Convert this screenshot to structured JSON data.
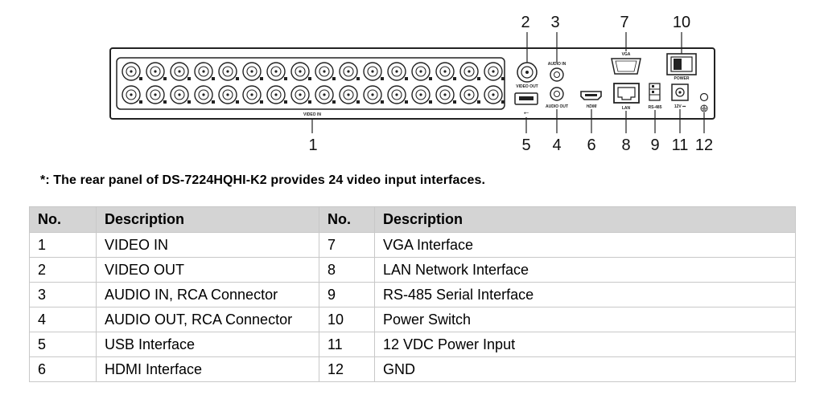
{
  "callouts": {
    "top": [
      "2",
      "3",
      "7",
      "10"
    ],
    "bottom": [
      "1",
      "5",
      "4",
      "6",
      "8",
      "9",
      "11",
      "12"
    ]
  },
  "panel_labels": {
    "video_in": "VIDEO IN",
    "video_out": "VIDEO OUT",
    "audio_in": "AUDIO IN",
    "audio_out": "AUDIO OUT",
    "vga": "VGA",
    "hdmi": "HDMI",
    "lan": "LAN",
    "rs485": "RS-485",
    "power": "POWER",
    "dc": "12V ⎓"
  },
  "note": "*: The rear panel of DS-7224HQHI-K2 provides 24 video input interfaces.",
  "table": {
    "headers": [
      "No.",
      "Description",
      "No.",
      "Description"
    ],
    "rows": [
      [
        "1",
        "VIDEO IN",
        "7",
        "VGA Interface"
      ],
      [
        "2",
        "VIDEO OUT",
        "8",
        "LAN Network Interface"
      ],
      [
        "3",
        "AUDIO IN, RCA Connector",
        "9",
        "RS-485 Serial Interface"
      ],
      [
        "4",
        "AUDIO OUT, RCA Connector",
        "10",
        "Power Switch"
      ],
      [
        "5",
        "USB Interface",
        "11",
        "12 VDC Power Input"
      ],
      [
        "6",
        "HDMI Interface",
        "12",
        "GND"
      ]
    ]
  }
}
